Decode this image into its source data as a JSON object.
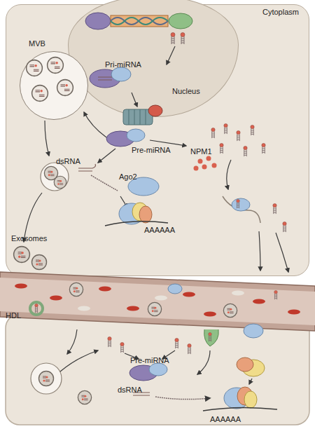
{
  "diagram": {
    "nodes": [
      {
        "text": [
          "Cytoplasm"
        ]
      },
      {
        "text": [
          "Nucleus"
        ],
        "in": 0
      },
      {
        "text": [
          "MVB"
        ],
        "in": 0
      }
    ],
    "labels": [
      "Pri-miRNA",
      "Pre-miRNA",
      "NPM1",
      "dsRNA",
      "Ago2",
      "AAAAAA",
      "Exosomes",
      "HDL",
      "Pre-miRNA",
      "dsRNA",
      "AAAAAA"
    ]
  }
}
